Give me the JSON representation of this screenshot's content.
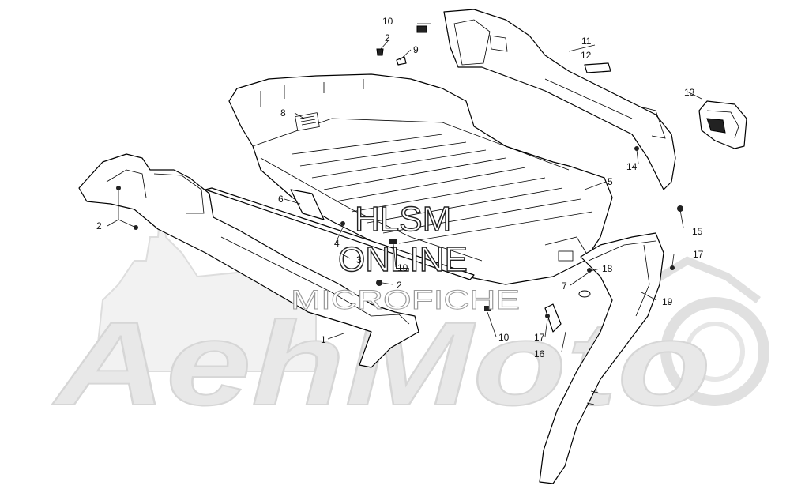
{
  "watermark": {
    "brand": "AehMoto",
    "line1": "HLSM",
    "line2": "ONLINE",
    "line3": "MICROFICHE"
  },
  "callouts": [
    {
      "id": "c1",
      "text": "1"
    },
    {
      "id": "c2a",
      "text": "2"
    },
    {
      "id": "c2b",
      "text": "2"
    },
    {
      "id": "c2c",
      "text": "2"
    },
    {
      "id": "c3",
      "text": "3"
    },
    {
      "id": "c4",
      "text": "4"
    },
    {
      "id": "c5",
      "text": "5"
    },
    {
      "id": "c6",
      "text": "6"
    },
    {
      "id": "c7",
      "text": "7"
    },
    {
      "id": "c8",
      "text": "8"
    },
    {
      "id": "c9",
      "text": "9"
    },
    {
      "id": "c10a",
      "text": "10"
    },
    {
      "id": "c10b",
      "text": "10"
    },
    {
      "id": "c10c",
      "text": "10"
    },
    {
      "id": "c11",
      "text": "11"
    },
    {
      "id": "c12",
      "text": "12"
    },
    {
      "id": "c13",
      "text": "13"
    },
    {
      "id": "c14",
      "text": "14"
    },
    {
      "id": "c15",
      "text": "15"
    },
    {
      "id": "c16",
      "text": "16"
    },
    {
      "id": "c17a",
      "text": "17"
    },
    {
      "id": "c17b",
      "text": "17"
    },
    {
      "id": "c18",
      "text": "18"
    },
    {
      "id": "c19",
      "text": "19"
    }
  ],
  "colors": {
    "ink": "#111111",
    "watermark": "#e0e0e0"
  }
}
